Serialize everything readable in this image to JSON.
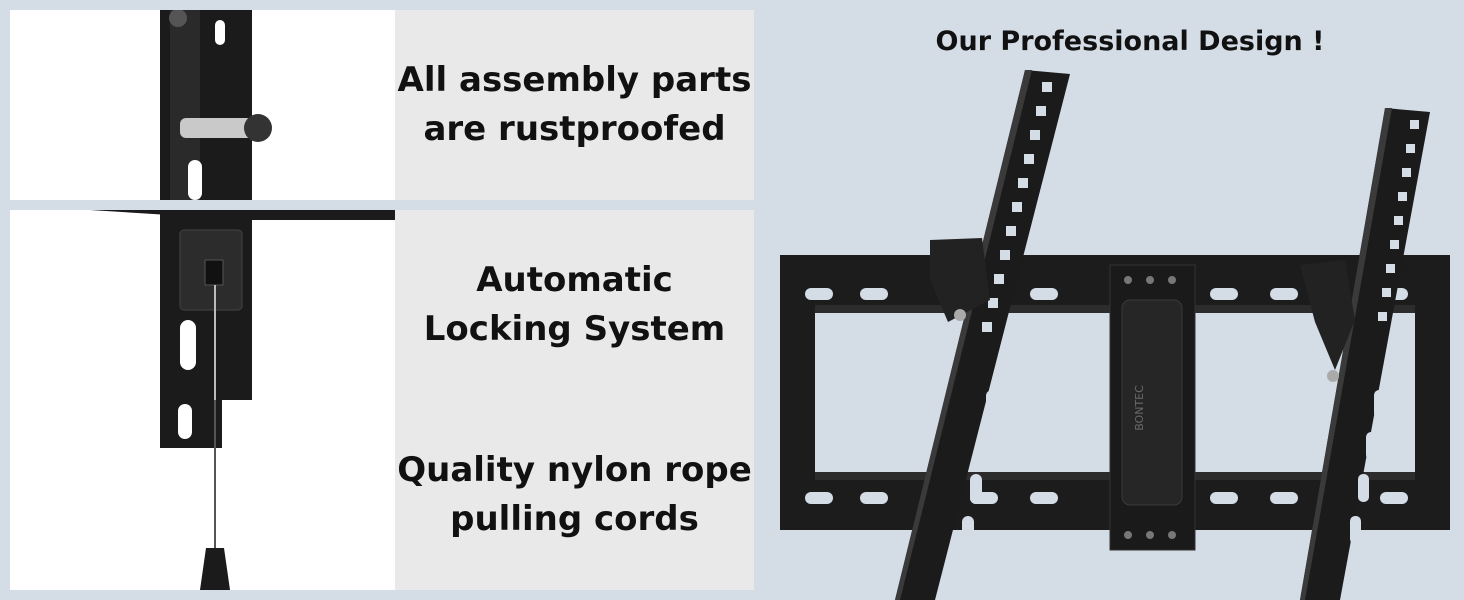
{
  "panels": [
    {
      "lines": [
        "All assembly parts",
        "are rustproofed"
      ]
    },
    {
      "lines": [
        "Automatic",
        "Locking System"
      ]
    },
    {
      "lines": [
        "Quality nylon rope",
        "pulling cords"
      ]
    }
  ],
  "right": {
    "title": "Our Professional Design !",
    "brand": "BONTEC"
  }
}
